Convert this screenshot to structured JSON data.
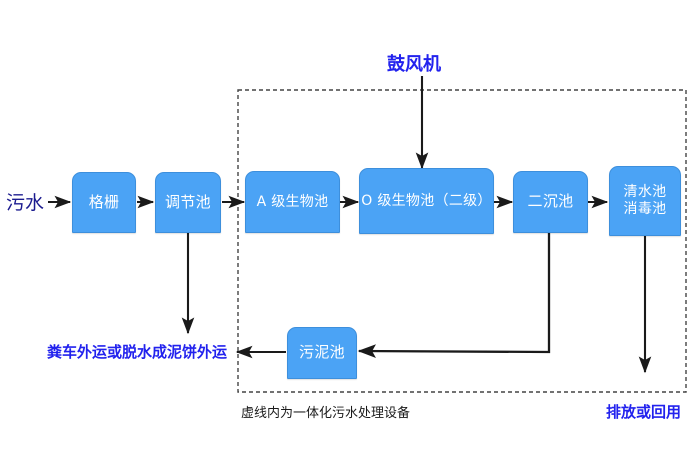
{
  "diagram": {
    "title_note_top": "鼓风机",
    "dashed_group_caption": "虚线内为一体化污水处理设备",
    "nodes": [
      {
        "id": "grid",
        "label": "格栅",
        "label2": ""
      },
      {
        "id": "regulate",
        "label": "调节池",
        "label2": ""
      },
      {
        "id": "bio_a",
        "label": "A 级生物池",
        "label2": ""
      },
      {
        "id": "bio_o",
        "label": "O 级生物池（二级）",
        "label2": ""
      },
      {
        "id": "clarifier",
        "label": "二沉池",
        "label2": ""
      },
      {
        "id": "clearwell",
        "label": "清水池",
        "label2": "消毒池"
      },
      {
        "id": "sludge",
        "label": "污泥池",
        "label2": ""
      }
    ],
    "labels": {
      "inlet": "污水",
      "blower": "鼓风机",
      "sludge_out": "粪车外运或脱水成泥饼外运",
      "effluent": "排放或回用",
      "group_caption": "虚线内为一体化污水处理设备"
    },
    "colors": {
      "node_fill": "#4ba3f5",
      "node_stroke": "#3d8fdc",
      "node_text": "#ffffff",
      "arrow": "#1a1a1a",
      "label_blue": "#2222ee",
      "label_navy": "#1b1b8f",
      "dashed_border": "#444444",
      "background": "#ffffff"
    }
  }
}
